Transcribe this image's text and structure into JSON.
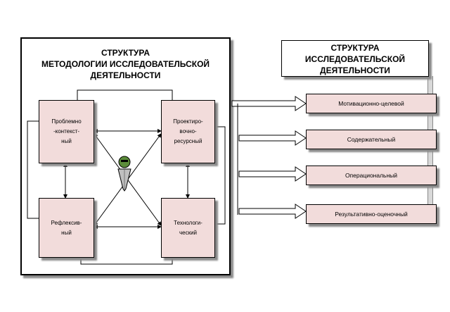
{
  "left_panel": {
    "title_line1": "СТРУКТУРА",
    "title_line2": "МЕТОДОЛОГИИ ИССЛЕДОВАТЕЛЬСКОЙ",
    "title_line3": "ДЕЯТЕЛЬНОСТИ",
    "boxes": [
      "Проблемно\n-контекст-\nный",
      "Проектиро-\nвочно-\nресурсный",
      "Рефлексив-\nный",
      "Технологи-\nческий"
    ],
    "center_icon": "person-figure-icon"
  },
  "right_panel": {
    "title_line1": "СТРУКТУРА",
    "title_line2": "ИССЛЕДОВАТЕЛЬСКОЙ",
    "title_line3": "ДЕЯТЕЛЬНОСТИ",
    "components": [
      "Мотивационно-целевой",
      "Содержательный",
      "Операциональный",
      "Результативно-оценочный"
    ]
  },
  "colors": {
    "box_fill": "#f2dcdb",
    "shadow": "#8a8a8a",
    "stroke": "#000000"
  }
}
